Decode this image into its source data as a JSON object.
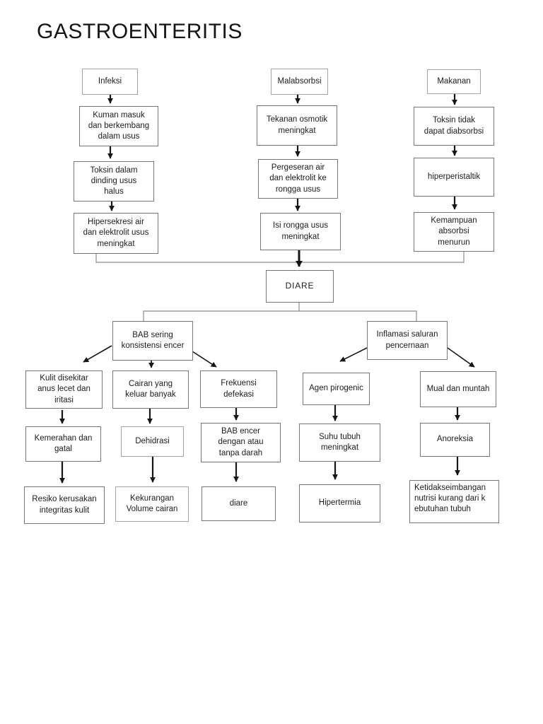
{
  "title": "GASTROENTERITIS",
  "colors": {
    "background": "#ffffff",
    "box_border": "#757575",
    "box_border_light": "#a3a3a3",
    "arrow": "#161616",
    "connector_line": "#8c8c8c",
    "text": "#1c1c1c"
  },
  "diagram": {
    "type": "flowchart-pathway",
    "nodes": {
      "infeksi": {
        "label": "Infeksi"
      },
      "kuman": {
        "label": "Kuman masuk dan berkembang dalam usus"
      },
      "toksin_dinding": {
        "label": "Toksin dalam dinding usus halus"
      },
      "hipersekresi": {
        "label": "Hipersekresi air dan elektrolit usus meningkat"
      },
      "malabsorbsi": {
        "label": "Malabsorbsi"
      },
      "tekanan_osmotik": {
        "label": "Tekanan osmotik meningkat"
      },
      "pergeseran": {
        "label": "Pergeseran air dan elektrolit ke rongga usus"
      },
      "isi_rongga": {
        "label": "Isi rongga usus meningkat"
      },
      "makanan": {
        "label": "Makanan"
      },
      "toksin_tidak": {
        "label": "Toksin tidak dapat diabsorbsi"
      },
      "hiperperistaltik": {
        "label": "hiperperistaltik"
      },
      "kemampuan": {
        "label": "Kemampuan absorbsi menurun"
      },
      "diare_utama": {
        "label": "DIARE"
      },
      "bab_sering": {
        "label": "BAB sering konsistensi encer"
      },
      "inflamasi": {
        "label": "Inflamasi saluran pencernaan"
      },
      "kulit": {
        "label": "Kulit disekitar anus lecet dan iritasi"
      },
      "cairan": {
        "label": "Cairan yang keluar banyak"
      },
      "frekuensi": {
        "label": "Frekuensi defekasi"
      },
      "agen_pirogenic": {
        "label": "Agen pirogenic"
      },
      "mual": {
        "label": "Mual dan muntah"
      },
      "kemerahan": {
        "label": "Kemerahan dan gatal"
      },
      "dehidrasi": {
        "label": "Dehidrasi"
      },
      "bab_encer": {
        "label": "BAB encer dengan atau tanpa darah"
      },
      "suhu": {
        "label": "Suhu tubuh meningkat"
      },
      "anoreksia": {
        "label": "Anoreksia"
      },
      "resiko": {
        "label": "Resiko kerusakan integritas kulit"
      },
      "kekurangan": {
        "label": "Kekurangan Volume cairan"
      },
      "diare_kecil": {
        "label": "diare"
      },
      "hipertermia": {
        "label": "Hipertermia"
      },
      "ketidakseimbangan": {
        "label": "Ketidakseimbangan nutrisi kurang dari kebutuhan tubuh"
      }
    },
    "edges": [
      {
        "from": "infeksi",
        "to": "kuman"
      },
      {
        "from": "kuman",
        "to": "toksin_dinding"
      },
      {
        "from": "toksin_dinding",
        "to": "hipersekresi"
      },
      {
        "from": "malabsorbsi",
        "to": "tekanan_osmotik"
      },
      {
        "from": "tekanan_osmotik",
        "to": "pergeseran"
      },
      {
        "from": "pergeseran",
        "to": "isi_rongga"
      },
      {
        "from": "makanan",
        "to": "toksin_tidak"
      },
      {
        "from": "toksin_tidak",
        "to": "hiperperistaltik"
      },
      {
        "from": "hiperperistaltik",
        "to": "kemampuan"
      },
      {
        "from": "hipersekresi",
        "to": "diare_utama"
      },
      {
        "from": "isi_rongga",
        "to": "diare_utama"
      },
      {
        "from": "kemampuan",
        "to": "diare_utama"
      },
      {
        "from": "diare_utama",
        "to": "bab_sering"
      },
      {
        "from": "diare_utama",
        "to": "inflamasi"
      },
      {
        "from": "bab_sering",
        "to": "kulit"
      },
      {
        "from": "bab_sering",
        "to": "cairan"
      },
      {
        "from": "bab_sering",
        "to": "frekuensi"
      },
      {
        "from": "inflamasi",
        "to": "agen_pirogenic"
      },
      {
        "from": "inflamasi",
        "to": "mual"
      },
      {
        "from": "kulit",
        "to": "kemerahan"
      },
      {
        "from": "cairan",
        "to": "dehidrasi"
      },
      {
        "from": "frekuensi",
        "to": "bab_encer"
      },
      {
        "from": "agen_pirogenic",
        "to": "suhu"
      },
      {
        "from": "mual",
        "to": "anoreksia"
      },
      {
        "from": "kemerahan",
        "to": "resiko"
      },
      {
        "from": "dehidrasi",
        "to": "kekurangan"
      },
      {
        "from": "bab_encer",
        "to": "diare_kecil"
      },
      {
        "from": "suhu",
        "to": "hipertermia"
      },
      {
        "from": "anoreksia",
        "to": "ketidakseimbangan"
      }
    ]
  }
}
